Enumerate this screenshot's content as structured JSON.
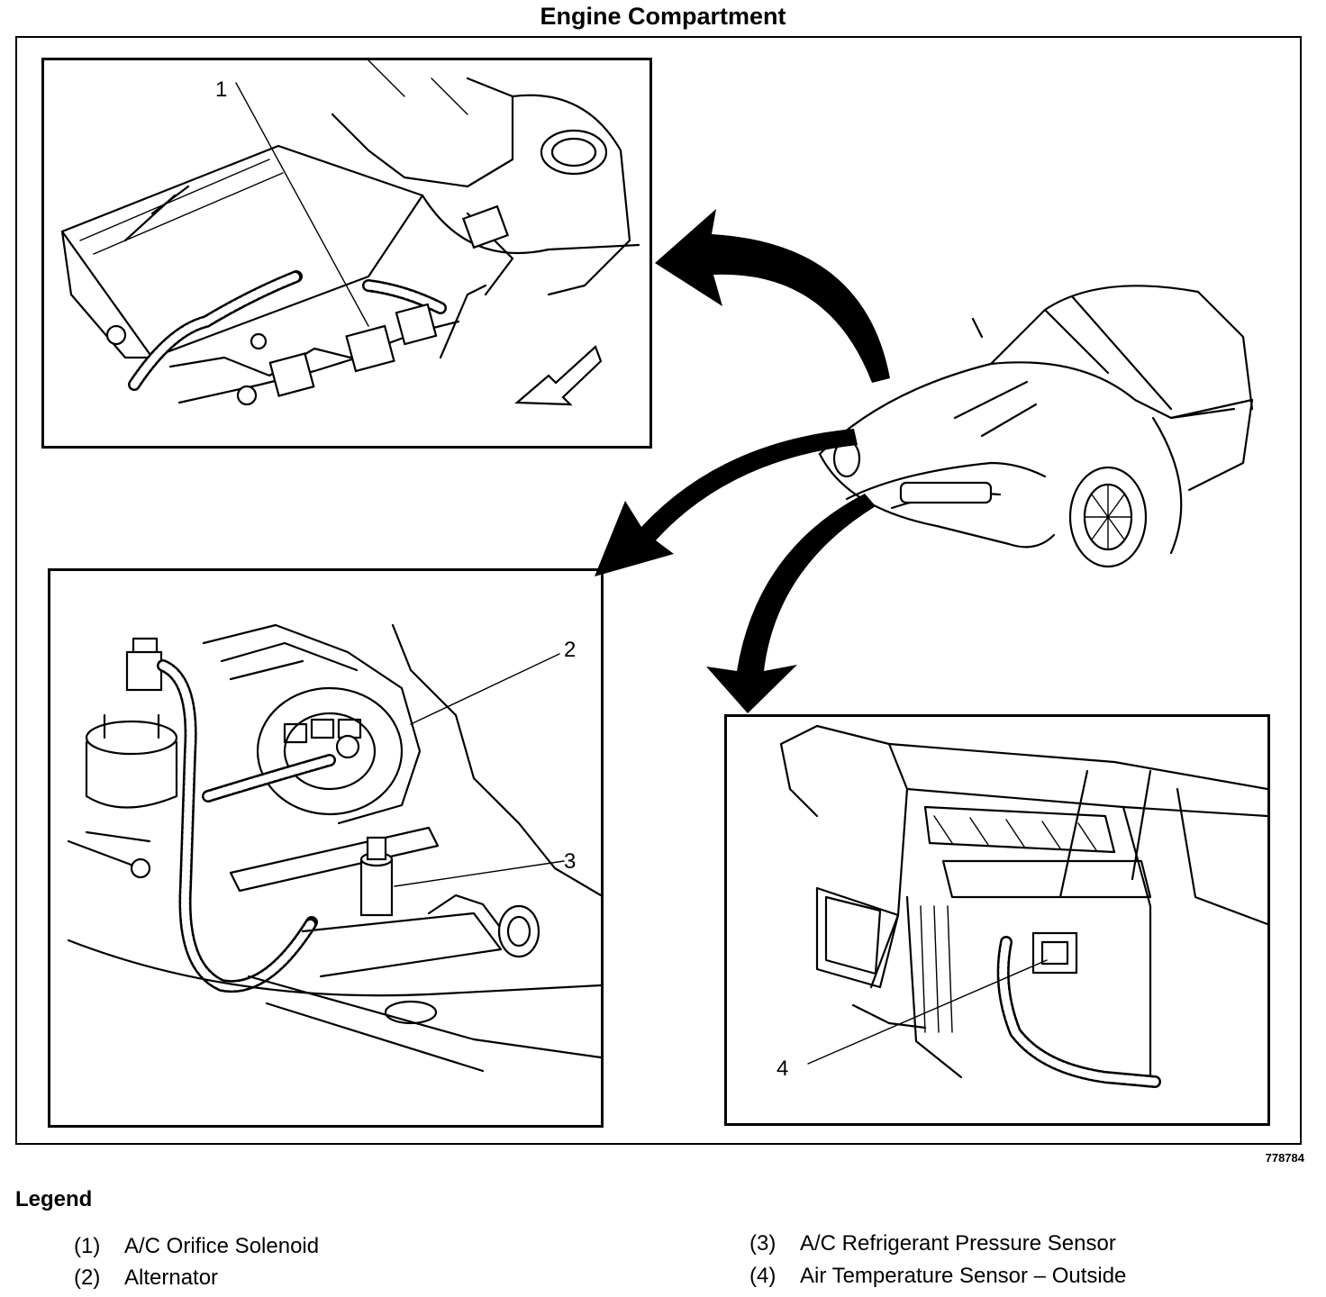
{
  "title": "Engine Compartment",
  "figure_id": "778784",
  "callouts": [
    "1",
    "2",
    "3",
    "4"
  ],
  "legend": {
    "title": "Legend",
    "items": [
      {
        "num": "(1)",
        "label": "A/C Orifice Solenoid"
      },
      {
        "num": "(2)",
        "label": "Alternator"
      },
      {
        "num": "(3)",
        "label": "A/C Refrigerant Pressure Sensor"
      },
      {
        "num": "(4)",
        "label": "Air Temperature Sensor – Outside"
      }
    ]
  }
}
